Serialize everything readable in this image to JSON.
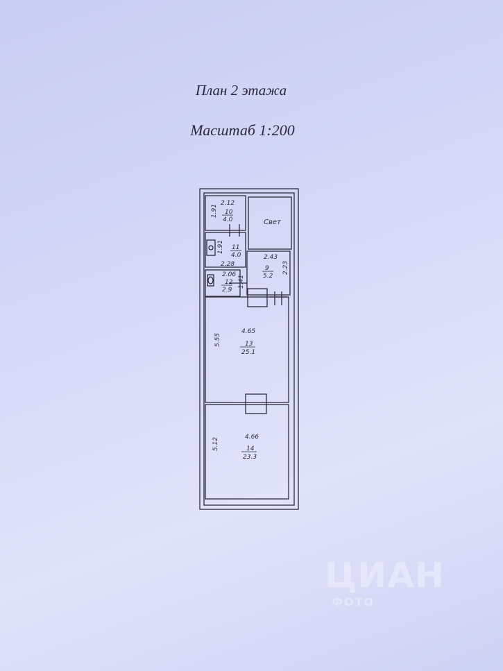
{
  "header": {
    "title": "План 2 этажа",
    "scale": "Масштаб 1:200"
  },
  "rooms": [
    {
      "id": "room-10",
      "dim_top": "2.12",
      "dim_side": "1.91",
      "number": "10",
      "area": "4.0"
    },
    {
      "id": "room-11",
      "dim_side": "1.91",
      "dim_bottom": "2.28",
      "number": "11",
      "area": "4.0"
    },
    {
      "id": "room-svet",
      "label": "Свет"
    },
    {
      "id": "room-9",
      "dim_top": "2.43",
      "dim_side": "2.23",
      "number": "9",
      "area": "5.2"
    },
    {
      "id": "room-12",
      "dim_top": "2.06",
      "dim_side": "1.41",
      "number": "12",
      "area": "2.9"
    },
    {
      "id": "room-13",
      "dim_top": "4.65",
      "dim_side": "5.55",
      "number": "13",
      "area": "25.1"
    },
    {
      "id": "room-14",
      "dim_top": "4.66",
      "dim_side": "5.12",
      "number": "14",
      "area": "23.3"
    }
  ],
  "watermark": {
    "main": "ЦИАН",
    "sub": "ФОТО"
  },
  "colors": {
    "ink": "#2b2b3a",
    "paper": "#d6d9f7"
  }
}
